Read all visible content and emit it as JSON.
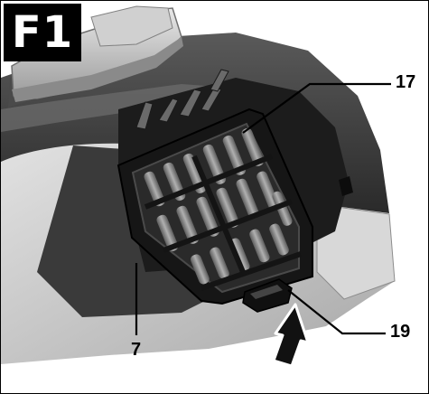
{
  "figure": {
    "label": "F1",
    "callouts": [
      {
        "id": "17",
        "text": "17"
      },
      {
        "id": "19",
        "text": "19"
      },
      {
        "id": "7",
        "text": "7"
      }
    ]
  },
  "colors": {
    "body_dark": "#303030",
    "body_mid": "#5a5a5a",
    "bin_light": "#c4c4c4",
    "filter_dark": "#1e1e1e",
    "pleat": "#8a8a8a"
  }
}
